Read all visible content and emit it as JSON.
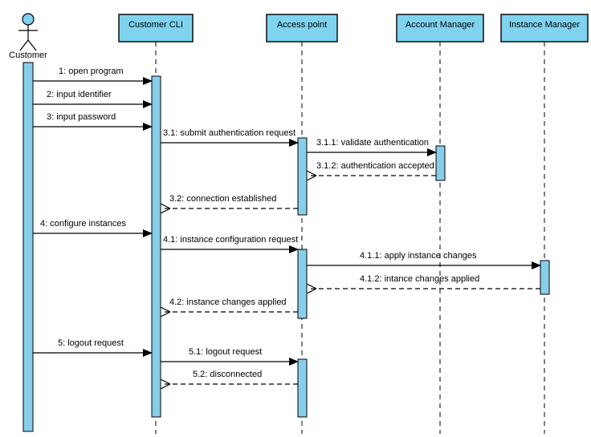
{
  "diagram": {
    "type": "uml-sequence-diagram",
    "colors": {
      "lifeline_fill": "#7FD3EF",
      "lifeline_stroke": "#000000",
      "activation_fill": "#87CEEB",
      "activation_stroke": "#000000",
      "actor_head_fill": "#7FD3EF",
      "line": "#000000",
      "background": "#FFFFFF"
    },
    "actor": {
      "name": "Customer",
      "label": "Customer"
    },
    "participants": [
      {
        "id": "cli",
        "label": "Customer CLI"
      },
      {
        "id": "ap",
        "label": "Access point"
      },
      {
        "id": "am",
        "label": "Account Manager"
      },
      {
        "id": "im",
        "label": "Instance Manager"
      }
    ],
    "messages": [
      {
        "seq": "1",
        "label": "1: open program",
        "from": "customer",
        "to": "cli",
        "kind": "call"
      },
      {
        "seq": "2",
        "label": "2: input identifier",
        "from": "customer",
        "to": "cli",
        "kind": "call"
      },
      {
        "seq": "3",
        "label": "3: input password",
        "from": "customer",
        "to": "cli",
        "kind": "call"
      },
      {
        "seq": "3.1",
        "label": "3.1: submit authentication request",
        "from": "cli",
        "to": "ap",
        "kind": "call"
      },
      {
        "seq": "3.1.1",
        "label": "3.1.1: validate authentication",
        "from": "ap",
        "to": "am",
        "kind": "call"
      },
      {
        "seq": "3.1.2",
        "label": "3.1.2: authentication accepted",
        "from": "am",
        "to": "ap",
        "kind": "return"
      },
      {
        "seq": "3.2",
        "label": "3.2: connection established",
        "from": "ap",
        "to": "cli",
        "kind": "return"
      },
      {
        "seq": "4",
        "label": "4: configure instances",
        "from": "customer",
        "to": "cli",
        "kind": "call"
      },
      {
        "seq": "4.1",
        "label": "4.1: instance configuration request",
        "from": "cli",
        "to": "ap",
        "kind": "call"
      },
      {
        "seq": "4.1.1",
        "label": "4.1.1: apply instance changes",
        "from": "ap",
        "to": "im",
        "kind": "call"
      },
      {
        "seq": "4.1.2",
        "label": "4.1.2: intance changes applied",
        "from": "im",
        "to": "ap",
        "kind": "return"
      },
      {
        "seq": "4.2",
        "label": "4.2: instance changes applied",
        "from": "ap",
        "to": "cli",
        "kind": "return"
      },
      {
        "seq": "5",
        "label": "5: logout request",
        "from": "customer",
        "to": "cli",
        "kind": "call"
      },
      {
        "seq": "5.1",
        "label": "5.1: logout request",
        "from": "cli",
        "to": "ap",
        "kind": "call"
      },
      {
        "seq": "5.2",
        "label": "5.2: disconnected",
        "from": "ap",
        "to": "cli",
        "kind": "return"
      }
    ]
  }
}
